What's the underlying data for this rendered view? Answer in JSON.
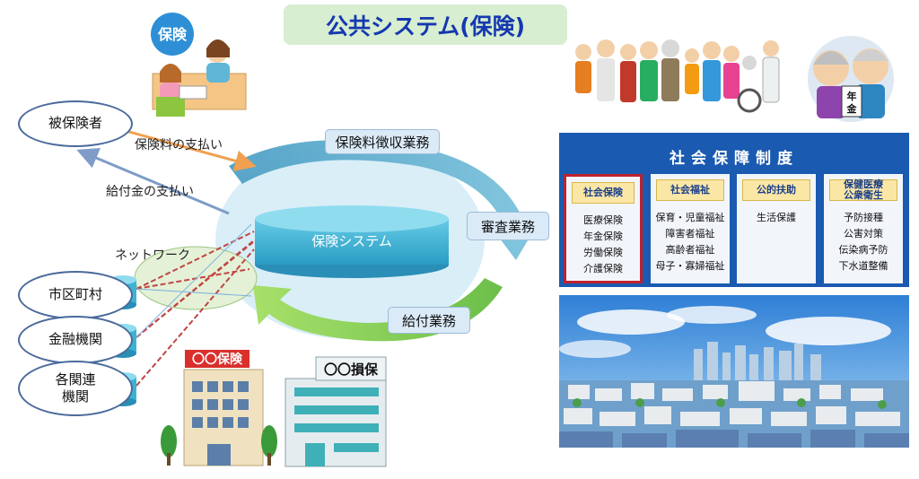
{
  "title": "公共システム(保険)",
  "counsel_sign": "保険",
  "nodes": {
    "insured": "被保険者",
    "municipality": "市区町村",
    "financial": "金融機関",
    "related": "各関連\n機関"
  },
  "flows": {
    "premium_payment": "保険料の支払い",
    "benefit_payment": "給付金の支払い",
    "network": "ネットワーク"
  },
  "cycle": {
    "collection": "保険料徴収業務",
    "review": "審査業務",
    "benefit": "給付業務"
  },
  "core_system": "保険システム",
  "buildings": {
    "insurer_sign": "〇〇保険",
    "nonlife_sign": "〇〇損保"
  },
  "pension_badge": [
    "年",
    "金"
  ],
  "social_security": {
    "title": "社会保障制度",
    "columns": [
      {
        "head": "社会保険",
        "items": [
          "医療保険",
          "年金保険",
          "労働保険",
          "介護保険"
        ],
        "highlighted": true
      },
      {
        "head": "社会福祉",
        "items": [
          "保育・児童福祉",
          "障害者福祉",
          "高齢者福祉",
          "母子・寡婦福祉"
        ],
        "highlighted": false
      },
      {
        "head": "公的扶助",
        "items": [
          "生活保護"
        ],
        "highlighted": false
      },
      {
        "head": "保健医療\n公衆衛生",
        "items": [
          "予防接種",
          "公害対策",
          "伝染病予防",
          "下水道整備"
        ],
        "highlighted": false
      }
    ]
  },
  "colors": {
    "title_bg": "#d7eed0",
    "title_text": "#1538b0",
    "cycle_arrow": "#5aa7c9",
    "database": "#3db3d3",
    "panel_blue": "#1a5ab0",
    "highlight": "#c0212e",
    "premium_arrow": "#f0a050",
    "benefit_arrow": "#7f9cc8",
    "network_line": "#c04545"
  }
}
